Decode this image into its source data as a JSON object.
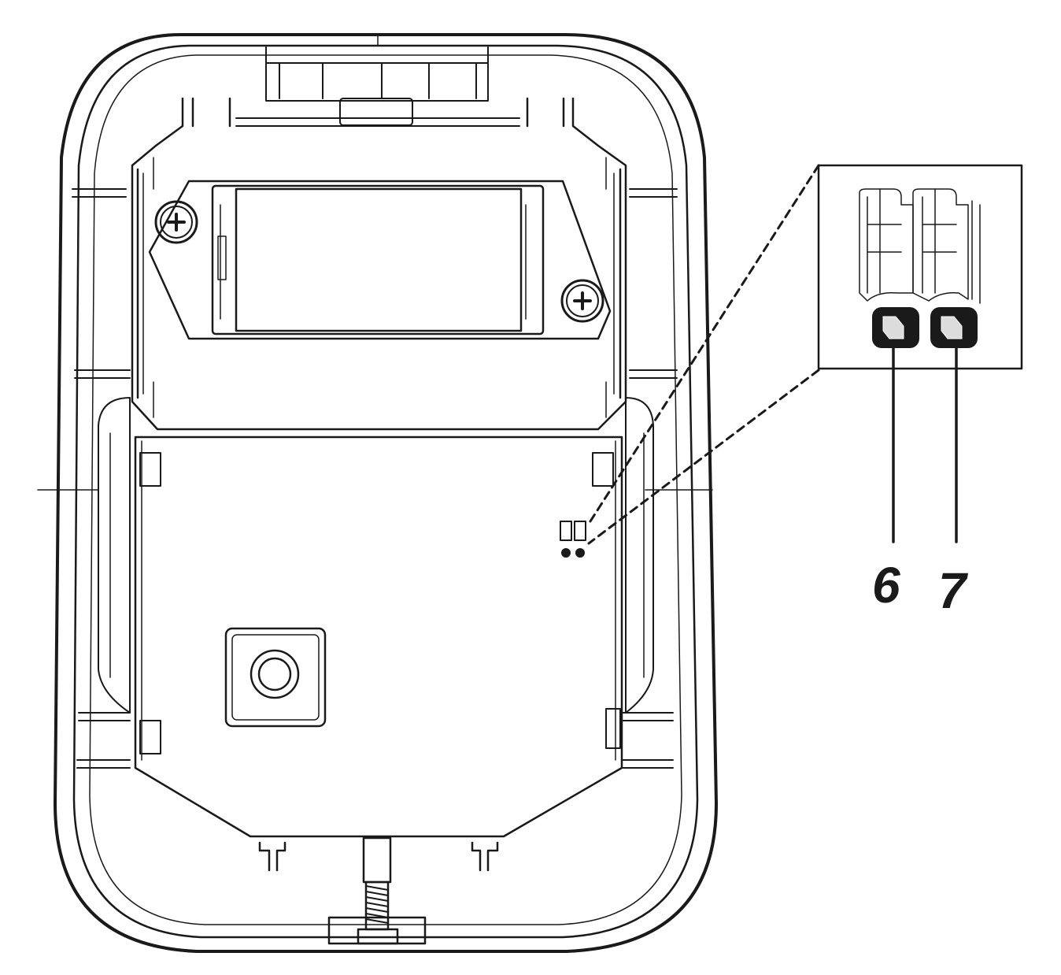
{
  "diagram": {
    "callouts": [
      {
        "id": "6",
        "label": "6"
      },
      {
        "id": "7",
        "label": "7"
      }
    ]
  }
}
